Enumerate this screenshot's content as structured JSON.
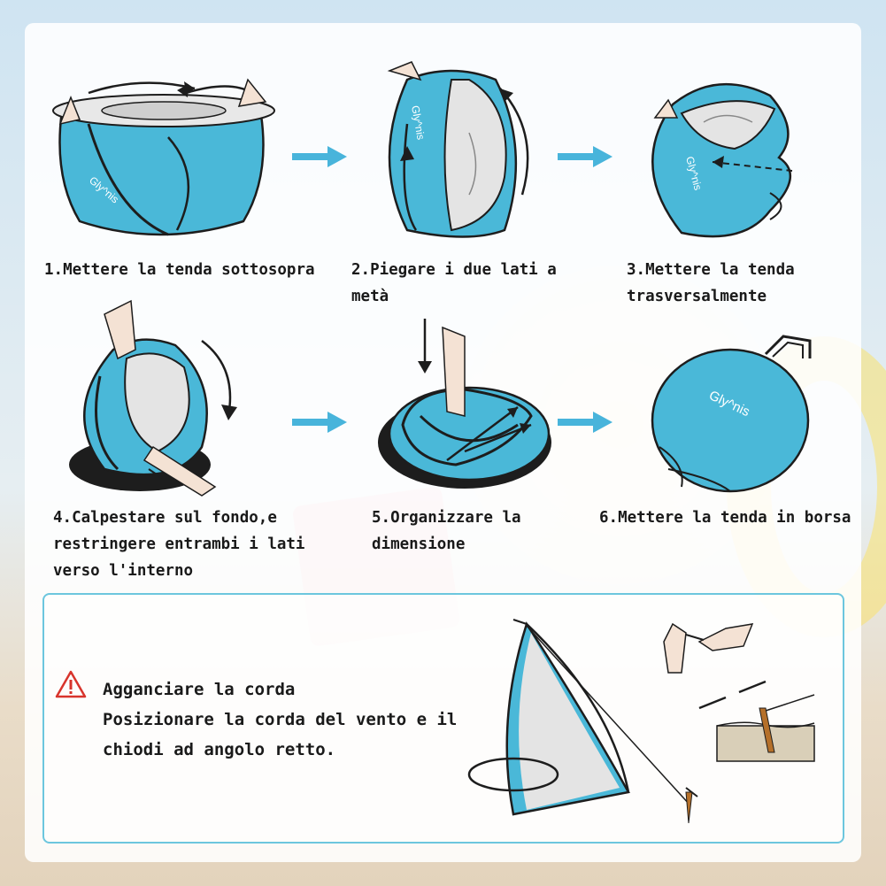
{
  "steps": [
    {
      "lines": [
        "1.Mettere la tenda sottosopra"
      ]
    },
    {
      "lines": [
        "2.Piegare i due lati a",
        "metà"
      ]
    },
    {
      "lines": [
        "3.Mettere la tenda",
        "trasversalmente"
      ]
    },
    {
      "lines": [
        "4.Calpestare sul fondo,e",
        "restringere entrambi i lati",
        "verso l'interno"
      ]
    },
    {
      "lines": [
        "5.Organizzare la",
        "dimensione"
      ]
    },
    {
      "lines": [
        "6.Mettere la tenda in borsa"
      ]
    }
  ],
  "brand": "Gly^nis",
  "tip": {
    "title": "Agganciare la corda",
    "line1": "Posizionare la corda del vento e il",
    "line2": "chiodi ad angolo retto."
  },
  "colors": {
    "tent": "#4ab8d8",
    "arrow": "#48b4db",
    "outline": "#1d1d1d",
    "warning": "#d8342c"
  },
  "icons": {
    "warning": "warning-triangle-icon",
    "step-arrow": "arrow-right-icon"
  }
}
